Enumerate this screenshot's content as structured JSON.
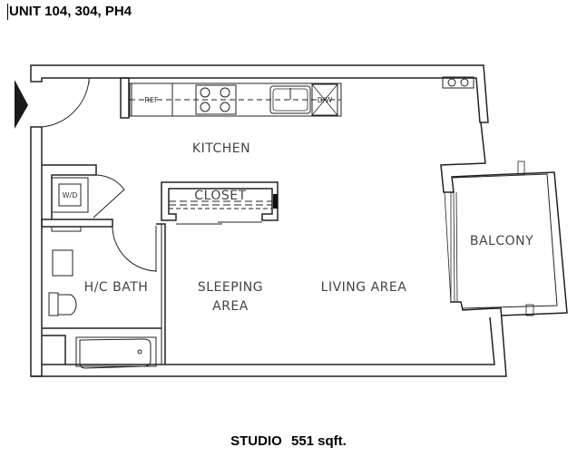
{
  "header": {
    "unit_title": "UNIT 104, 304, PH4"
  },
  "rooms": {
    "kitchen": "KITCHEN",
    "closet": "CLOSET",
    "bath": "H/C BATH",
    "sleeping_line1": "SLEEPING",
    "sleeping_line2": "AREA",
    "living": "LIVING AREA",
    "balcony": "BALCONY"
  },
  "fixtures": {
    "fridge": "REF",
    "dishwasher": "D/W",
    "washer_dryer": "W/D"
  },
  "footer": {
    "unit_type": "STUDIO",
    "area": "551 sqft."
  },
  "colors": {
    "line": "#222222",
    "background": "#ffffff",
    "entry_arrow": "#1a1a1a"
  }
}
